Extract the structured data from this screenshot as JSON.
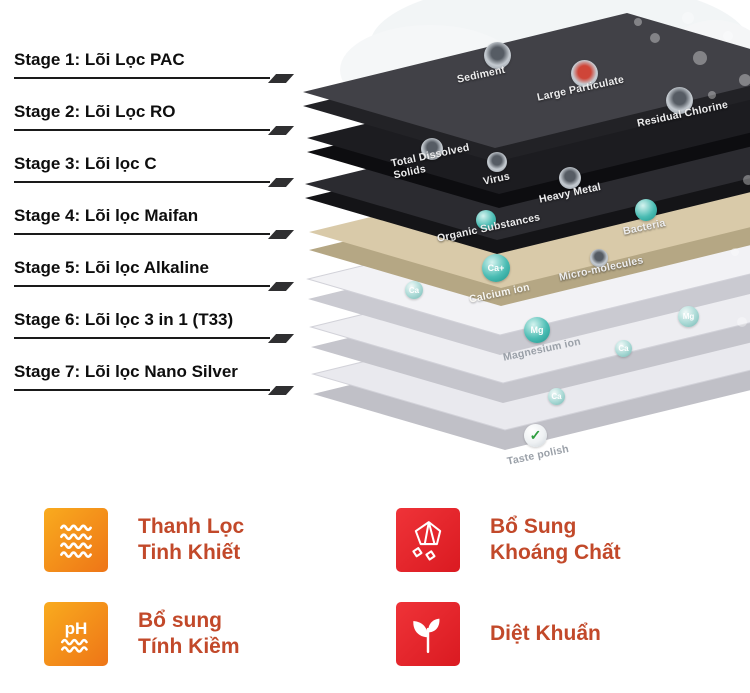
{
  "stages": [
    {
      "label": "Stage 1: Lõi Lọc PAC"
    },
    {
      "label": "Stage 2: Lõi Lọc RO"
    },
    {
      "label": "Stage 3: Lõi lọc C"
    },
    {
      "label": "Stage 4: Lõi lọc Maifan"
    },
    {
      "label": "Stage 5: Lõi lọc Alkaline"
    },
    {
      "label": "Stage 6: Lõi lọc 3 in 1 (T33)"
    },
    {
      "label": "Stage 7: Lõi lọc Nano Silver"
    }
  ],
  "stack": {
    "layers": [
      {
        "name": "pac-filter-layer",
        "top_color": "#414147",
        "edge_color": "#222226"
      },
      {
        "name": "ro-membrane-layer",
        "top_color": "#1c1c20",
        "edge_color": "#0d0d10"
      },
      {
        "name": "carbon-filter-layer",
        "top_color": "#2b2b30",
        "edge_color": "#141417"
      },
      {
        "name": "maifan-stone-layer",
        "top_color": "#d9caa9",
        "edge_color": "#b5a784"
      },
      {
        "name": "alkaline-layer",
        "top_color": "#f2f2f5",
        "edge_color": "#cacad1"
      },
      {
        "name": "three-in-one-layer",
        "top_color": "#ededf1",
        "edge_color": "#c5c5cc"
      },
      {
        "name": "nano-silver-layer",
        "top_color": "#e9e9ee",
        "edge_color": "#c0c0c7"
      }
    ],
    "labels": [
      {
        "text": "Sediment"
      },
      {
        "text": "Large Particulate"
      },
      {
        "text": "Residual Chlorine"
      },
      {
        "text": "Total Dissolved Solids"
      },
      {
        "text": "Virus"
      },
      {
        "text": "Heavy Metal"
      },
      {
        "text": "Organic Substances"
      },
      {
        "text": "Bacteria"
      },
      {
        "text": "Micro-molecules"
      },
      {
        "text": "Calcium ion"
      },
      {
        "text": "Magnesium ion"
      },
      {
        "text": "Taste polish"
      }
    ],
    "bubbles": {
      "calcium_large": "Ca+",
      "calcium_small": "Ca",
      "magnesium_large": "Mg",
      "magnesium_small": "Mg",
      "check": "✓"
    }
  },
  "features": [
    {
      "line1": "Thanh Lọc",
      "line2": "Tinh Khiết",
      "icon": "purify-waves-icon"
    },
    {
      "line1": "Bổ Sung",
      "line2": "Khoáng Chất",
      "icon": "minerals-icon"
    },
    {
      "line1": "Bổ sung",
      "line2": "Tính Kiềm",
      "icon": "ph-alkaline-icon",
      "icon_text": "pH"
    },
    {
      "line1": "Diệt Khuẩn",
      "line2": "",
      "icon": "leaf-icon"
    }
  ],
  "colors": {
    "feature_text": "#c2492a",
    "orange_icon_start": "#f9ab1e",
    "orange_icon_end": "#ee7517",
    "red_icon": "#e02027",
    "teal_bubble": "#4abcb3",
    "check_green": "#2e9e3e"
  }
}
